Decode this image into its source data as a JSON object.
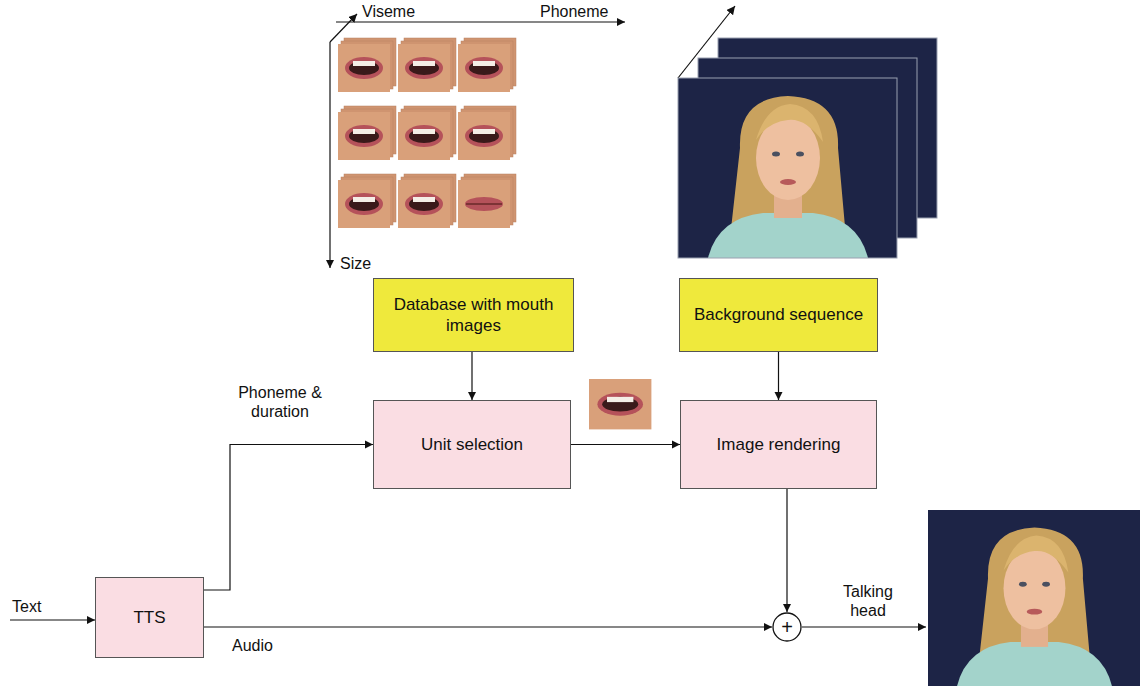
{
  "diagram": {
    "nodes": [
      {
        "text": [
          "Database with mouth images"
        ]
      },
      {
        "text": [
          "Background sequence"
        ]
      },
      {
        "text": [
          "TTS"
        ]
      },
      {
        "text": [
          "Unit selection"
        ]
      },
      {
        "text": [
          "Image rendering"
        ]
      },
      {
        "text": [
          "+"
        ]
      }
    ],
    "edges": [
      {
        "from": 0,
        "to": 3,
        "arrow": "to"
      },
      {
        "from": 1,
        "to": 4,
        "arrow": "to"
      },
      {
        "from": 2,
        "to": 3,
        "label": "Phoneme & duration",
        "arrow": "to"
      },
      {
        "from": 3,
        "to": 4,
        "arrow": "to"
      },
      {
        "from": 4,
        "to": 5,
        "arrow": "to"
      },
      {
        "from": 2,
        "to": 5,
        "label": "Audio",
        "arrow": "to"
      }
    ],
    "labels": [
      "Viseme",
      "Phoneme",
      "Size",
      "Text",
      "Talking head"
    ]
  }
}
